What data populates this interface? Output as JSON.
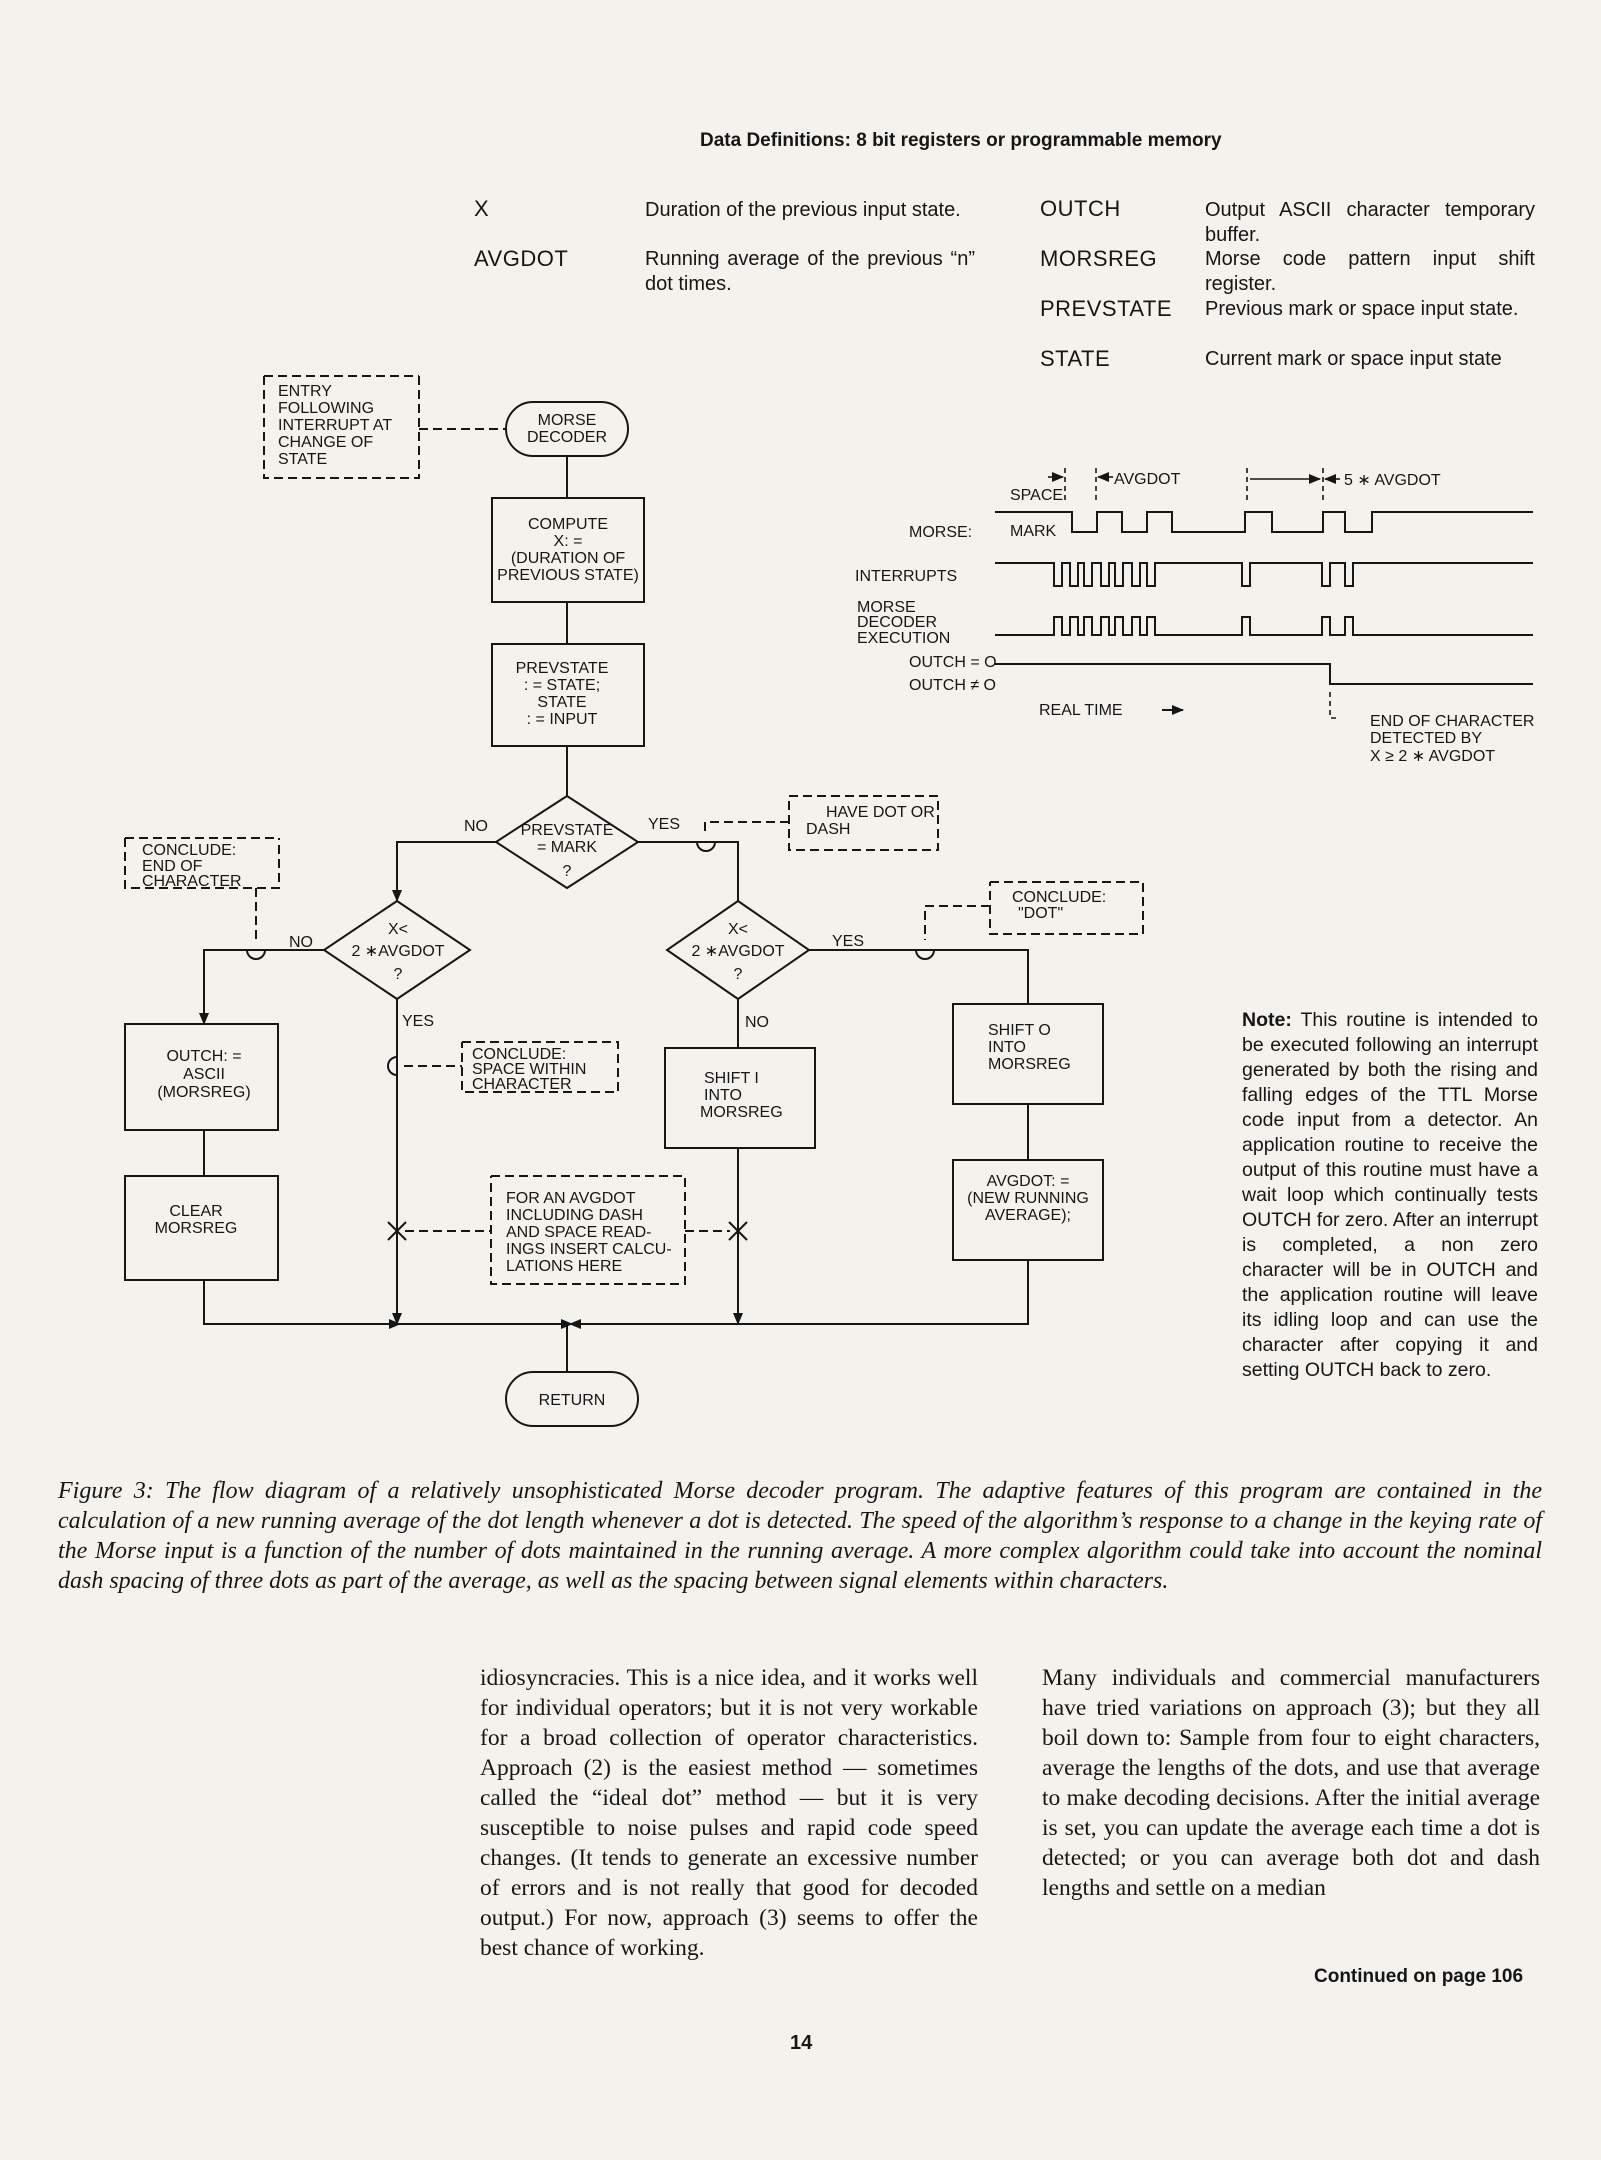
{
  "definitions": {
    "heading": "Data Definitions: 8 bit registers or programmable memory",
    "left": [
      {
        "name": "X",
        "desc": "Duration of the previous input state."
      },
      {
        "name": "AVGDOT",
        "desc": "Running average of the previous “n” dot times."
      }
    ],
    "right": [
      {
        "name": "OUTCH",
        "desc": "Output ASCII character temporary buffer."
      },
      {
        "name": "MORSREG",
        "desc": "Morse code pattern input shift register."
      },
      {
        "name": "PREVSTATE",
        "desc": "Previous mark or space input state."
      },
      {
        "name": "STATE",
        "desc": "Current mark or space input state"
      }
    ]
  },
  "flowchart": {
    "entry_note": [
      "ENTRY",
      "FOLLOWING",
      "INTERRUPT AT",
      "CHANGE OF",
      "STATE"
    ],
    "start": [
      "MORSE",
      "DECODER"
    ],
    "compute": [
      "COMPUTE",
      "X: =",
      "(DURATION OF",
      "PREVIOUS STATE)"
    ],
    "prevstate_box": [
      "PREVSTATE",
      ": = STATE;",
      "STATE",
      ": = INPUT"
    ],
    "decision_mark": [
      "PREVSTATE",
      "= MARK",
      "?"
    ],
    "no_label": "NO",
    "yes_label": "YES",
    "have_dot_note": [
      "HAVE DOT OR",
      "DASH"
    ],
    "conclude_end_note": [
      "CONCLUDE:",
      "END OF",
      "CHARACTER"
    ],
    "decision_left": [
      "X<",
      "2 ∗AVGDOT",
      "?"
    ],
    "decision_right": [
      "X<",
      "2 ∗AVGDOT",
      "?"
    ],
    "conclude_dot_note": [
      "CONCLUDE:",
      "\"DOT\""
    ],
    "conclude_space_note": [
      "CONCLUDE:",
      "SPACE WITHIN",
      "CHARACTER"
    ],
    "outch_box": [
      "OUTCH: =",
      "ASCII",
      "(MORSREG)"
    ],
    "clear_box": [
      "CLEAR",
      "MORSREG"
    ],
    "shift1_box": [
      "SHIFT I",
      "INTO",
      "MORSREG"
    ],
    "shift0_box": [
      "SHIFT O",
      "INTO",
      "MORSREG"
    ],
    "avgdot_box": [
      "AVGDOT: =",
      "(NEW RUNNING",
      "AVERAGE);"
    ],
    "avgdot_note": [
      "FOR AN AVGDOT",
      "INCLUDING DASH",
      "AND SPACE READ-",
      "INGS INSERT CALCU-",
      "LATIONS HERE"
    ],
    "return": "RETURN"
  },
  "timing": {
    "space_label": "SPACE",
    "avgdot_label": "AVGDOT",
    "five_avgdot_label": "5 ∗ AVGDOT",
    "morse_label": "MORSE:",
    "mark_label": "MARK",
    "interrupts_label": "INTERRUPTS",
    "decoder_label": [
      "MORSE",
      "DECODER",
      "EXECUTION"
    ],
    "outch0_label": "OUTCH = O",
    "outchn0_label": "OUTCH ≠ O",
    "realtime_label": "REAL TIME",
    "end_char_note": [
      "END OF CHARACTER",
      "DETECTED BY",
      "X ≥ 2 ∗ AVGDOT"
    ]
  },
  "note": {
    "lead": "Note:",
    "text": "This routine is intended to be executed following an interrupt generated by both the rising and falling edges of the TTL Morse code input from a detector. An application routine to receive the output of this routine must have a wait loop which continually tests OUTCH for zero. After an interrupt is completed, a non zero character will be in OUTCH and the application routine will leave its idling loop and can use the character after copying it and setting OUTCH back to zero."
  },
  "caption": "Figure 3: The flow diagram of a relatively unsophisticated Morse decoder program. The adaptive features of this program are contained in the calculation of a new running average of the dot length whenever a dot is detected. The speed of the algorithm’s response to a change in the keying rate of the Morse input is a function of the number of dots maintained in the running average. A more complex algorithm could take into account the nominal dash spacing of three dots as part of the average, as well as the spacing between signal elements within characters.",
  "body": {
    "col1": "idiosyncracies. This is a nice idea, and it works well for individual operators; but it is not very workable for a broad collection of operator characteristics. Approach (2) is the easiest method — sometimes called the “ideal dot” method — but it is very susceptible to noise pulses and rapid code speed changes. (It tends to generate an excessive number of errors and is not really that good for decoded output.) For now, approach (3) seems to offer the best chance of working.",
    "col2": "Many individuals and commercial manufacturers have tried variations on approach (3); but they all boil down to: Sample from four to eight characters, average the lengths of the dots, and use that average to make decoding decisions. After the initial average is set, you can update the average each time a dot is detected; or you can average both dot and dash lengths and settle on a median"
  },
  "continued": "Continued on page 106",
  "page_number": "14"
}
